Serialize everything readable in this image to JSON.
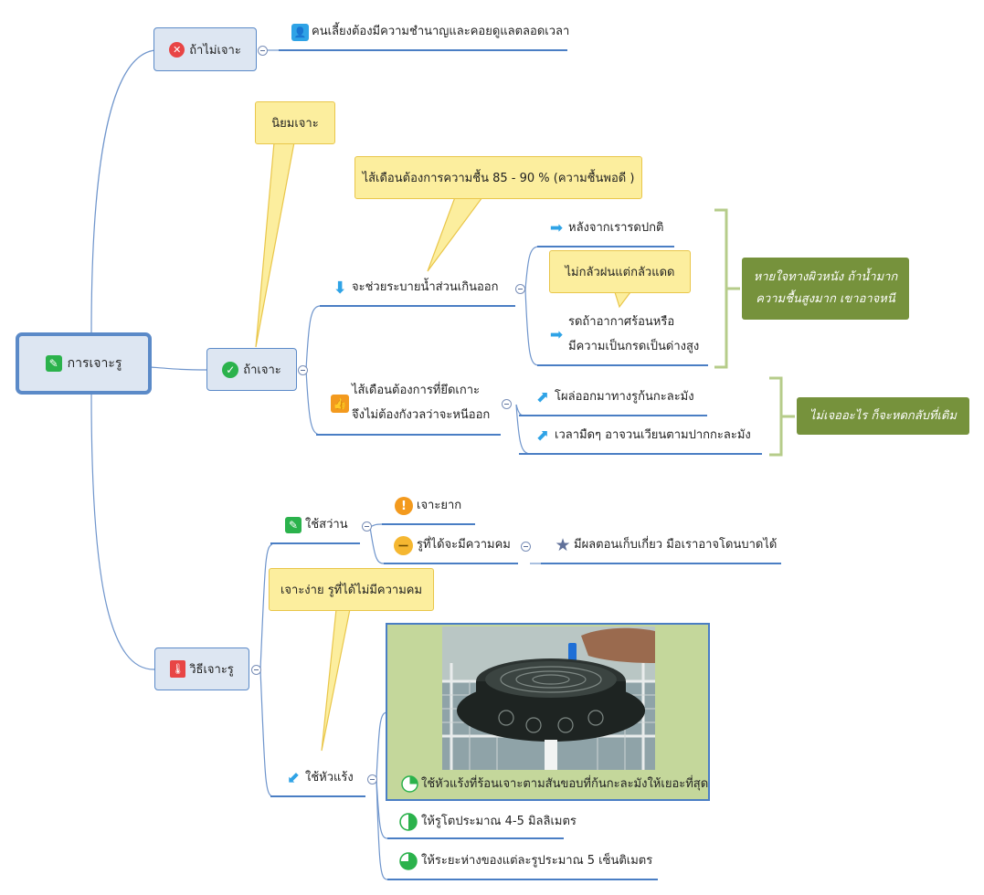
{
  "central": {
    "label": "การเจาะรู",
    "icon": "pencil-icon"
  },
  "branches": {
    "no_drill": {
      "label": "ถ้าไม่เจาะ",
      "icon": "x-circle-icon",
      "child": {
        "label": "คนเลี้ยงต้องมีความชำนาญและคอยดูแลตลอดเวลา",
        "icon": "person-card-icon"
      }
    },
    "drill": {
      "label": "ถ้าเจาะ",
      "icon": "check-circle-icon",
      "callout": "นิยมเจาะ",
      "drain": {
        "label": "จะช่วยระบายน้ำส่วนเกินออก",
        "icon": "arrow-down-icon",
        "callout": "ไส้เดือนต้องการความชื้น 85 - 90 % (ความชื้นพอดี )",
        "children": [
          {
            "label": "หลังจากเรารดปกติ",
            "icon": "arrow-right-icon"
          },
          {
            "label_line1": "รดถ้าอากาศร้อนหรือ",
            "label_line2": "มีความเป็นกรดเป็นด่างสูง",
            "icon": "arrow-right-icon",
            "callout": "ไม่กลัวฝนแต่กลัวแดด"
          }
        ],
        "summary_line1": "หายใจทางผิวหนัง ถ้าน้ำมาก",
        "summary_line2": "ความชื้นสูงมาก เขาอาจหนี"
      },
      "grip": {
        "label_line1": "ไส้เดือนต้องการที่ยึดเกาะ",
        "label_line2": "จึงไม่ต้องกังวลว่าจะหนีออก",
        "icon": "thumbs-up-icon",
        "children": [
          {
            "label": "โผล่ออกมาทางรูก้นกะละมัง",
            "icon": "arrow-up-right-icon"
          },
          {
            "label": "เวลามืดๆ อาจวนเวียนตามปากกะละมัง",
            "icon": "arrow-up-right-icon"
          }
        ],
        "summary": "ไม่เจออะไร ก็จะหดกลับที่เดิม"
      }
    },
    "method": {
      "label": "วิธีเจาะรู",
      "icon": "thermometer-icon",
      "drill_tool": {
        "label": "ใช้สว่าน",
        "icon": "pencil-icon",
        "children": [
          {
            "label": "เจาะยาก",
            "icon": "exclamation-icon"
          },
          {
            "label": "รูที่ได้จะมีความคม",
            "icon": "neutral-face-icon",
            "child": {
              "label": "มีผลตอนเก็บเกี่ยว มือเราอาจโดนบาดได้",
              "icon": "star-icon"
            }
          }
        ]
      },
      "hot_iron": {
        "label": "ใช้หัวแร้ง",
        "icon": "arrow-down-left-icon",
        "callout": "เจาะง่าย รูที่ได้ไม่มีความคม",
        "children": [
          {
            "label": "ใช้หัวแร้งที่ร้อนเจาะตามสันขอบที่ก้นกะละมังให้เยอะที่สุด",
            "icon": "progress-icon",
            "progress": 0.25
          },
          {
            "label": "ให้รูโตประมาณ 4-5 มิลลิเมตร",
            "icon": "progress-icon",
            "progress": 0.5
          },
          {
            "label": "ให้ระยะห่างของแต่ละรูประมาณ 5 เซ็นติเมตร",
            "icon": "progress-icon",
            "progress": 0.75
          }
        ]
      }
    }
  },
  "colors": {
    "topic_fill": "#dde6f2",
    "topic_border": "#5b8ac8",
    "line": "#4a7ec4",
    "callout_fill": "#fcee9e",
    "summary_fill": "#76923c",
    "photo_bg": "#c4d79b"
  }
}
